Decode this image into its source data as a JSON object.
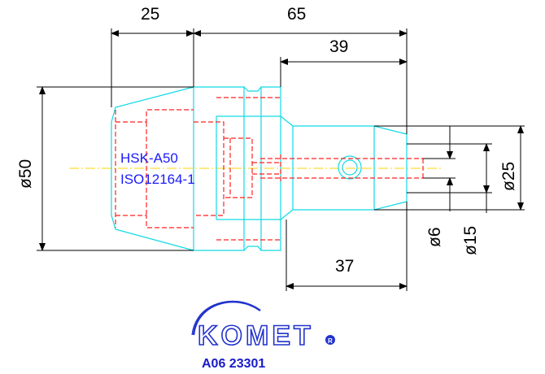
{
  "dimensions": {
    "d25": "25",
    "d65": "65",
    "d39": "39",
    "d37": "37",
    "dia50": "ø50",
    "dia25": "ø25",
    "dia6": "ø6",
    "dia15": "ø15"
  },
  "spec": {
    "line1": "HSK-A50",
    "line2": "ISO12164-1"
  },
  "logo": {
    "brand": "KOMET",
    "registered": "R"
  },
  "part_number": "A06 23301",
  "colors": {
    "outline": "#11d9e6",
    "hidden": "#ff2222",
    "centerline": "#ffd400",
    "dimension": "#000000",
    "spec_text": "#1a1aff",
    "logo": "#2233cc"
  }
}
